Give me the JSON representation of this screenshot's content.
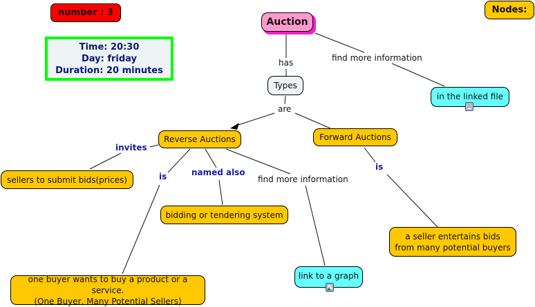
{
  "header": {
    "number_badge": "number : 3",
    "nodes_badge": "Nodes:",
    "info_box": {
      "time": "Time: 20:30",
      "day": "Day: friday",
      "duration": "Duration: 20 minutes"
    }
  },
  "concepts": {
    "auction": "Auction",
    "types": "Types",
    "reverse": "Reverse Auctions",
    "forward": "Forward Auctions",
    "linked_file": "in the linked file",
    "sellers": "sellers to submit bids(prices)",
    "bidding": "bidding or tendering system",
    "one_buyer_line1": "one buyer wants to buy a product or a service.",
    "one_buyer_line2": "(One Buyer, Many Potential Sellers)",
    "graph_link": "link to a graph",
    "seller_line1": "a seller entertains bids",
    "seller_line2": "from many potential buyers"
  },
  "link_phrases": {
    "has": "has",
    "find_more_top": "find more information",
    "are": "are",
    "invites": "invites",
    "is_reverse": "is",
    "named_also": "named also",
    "find_more_reverse": "find more information",
    "is_forward": "is"
  },
  "colors": {
    "root": "#ff99cc",
    "concept": "#ffc800",
    "resource": "#66ffff",
    "number_badge": "#ff0000",
    "info_border": "#00ff00",
    "link_phrase_blue": "#1a1aa6"
  }
}
